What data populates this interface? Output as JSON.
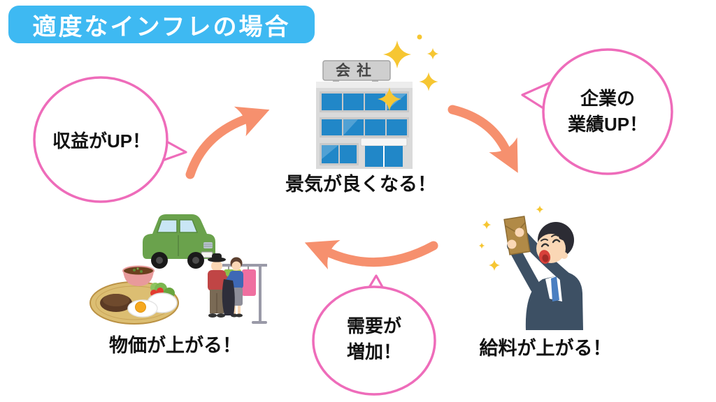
{
  "title": "適度なインフレの場合",
  "cycle": {
    "building": {
      "sign": "会社",
      "label": "景気が良くなる！",
      "icon": "company-building-icon"
    },
    "bubble_left": {
      "text": "収益がUP！"
    },
    "bubble_right": {
      "line1": "企業の",
      "line2": "業績UP！"
    },
    "bubble_bottom": {
      "line1": "需要が",
      "line2": "増加！"
    },
    "salary": {
      "label": "給料が上がる！",
      "icon": "salaryman-envelope-icon"
    },
    "prices": {
      "label": "物価が上がる！",
      "icons": [
        "green-car-icon",
        "meal-plate-icon",
        "clothes-shopping-icon"
      ]
    }
  },
  "colors": {
    "title_bg": "#3eb9f2",
    "bubble_border": "#ee6cba",
    "arrow": "#f6906e",
    "sparkle": "#f6c632",
    "text": "#111111",
    "background": "#ffffff"
  }
}
